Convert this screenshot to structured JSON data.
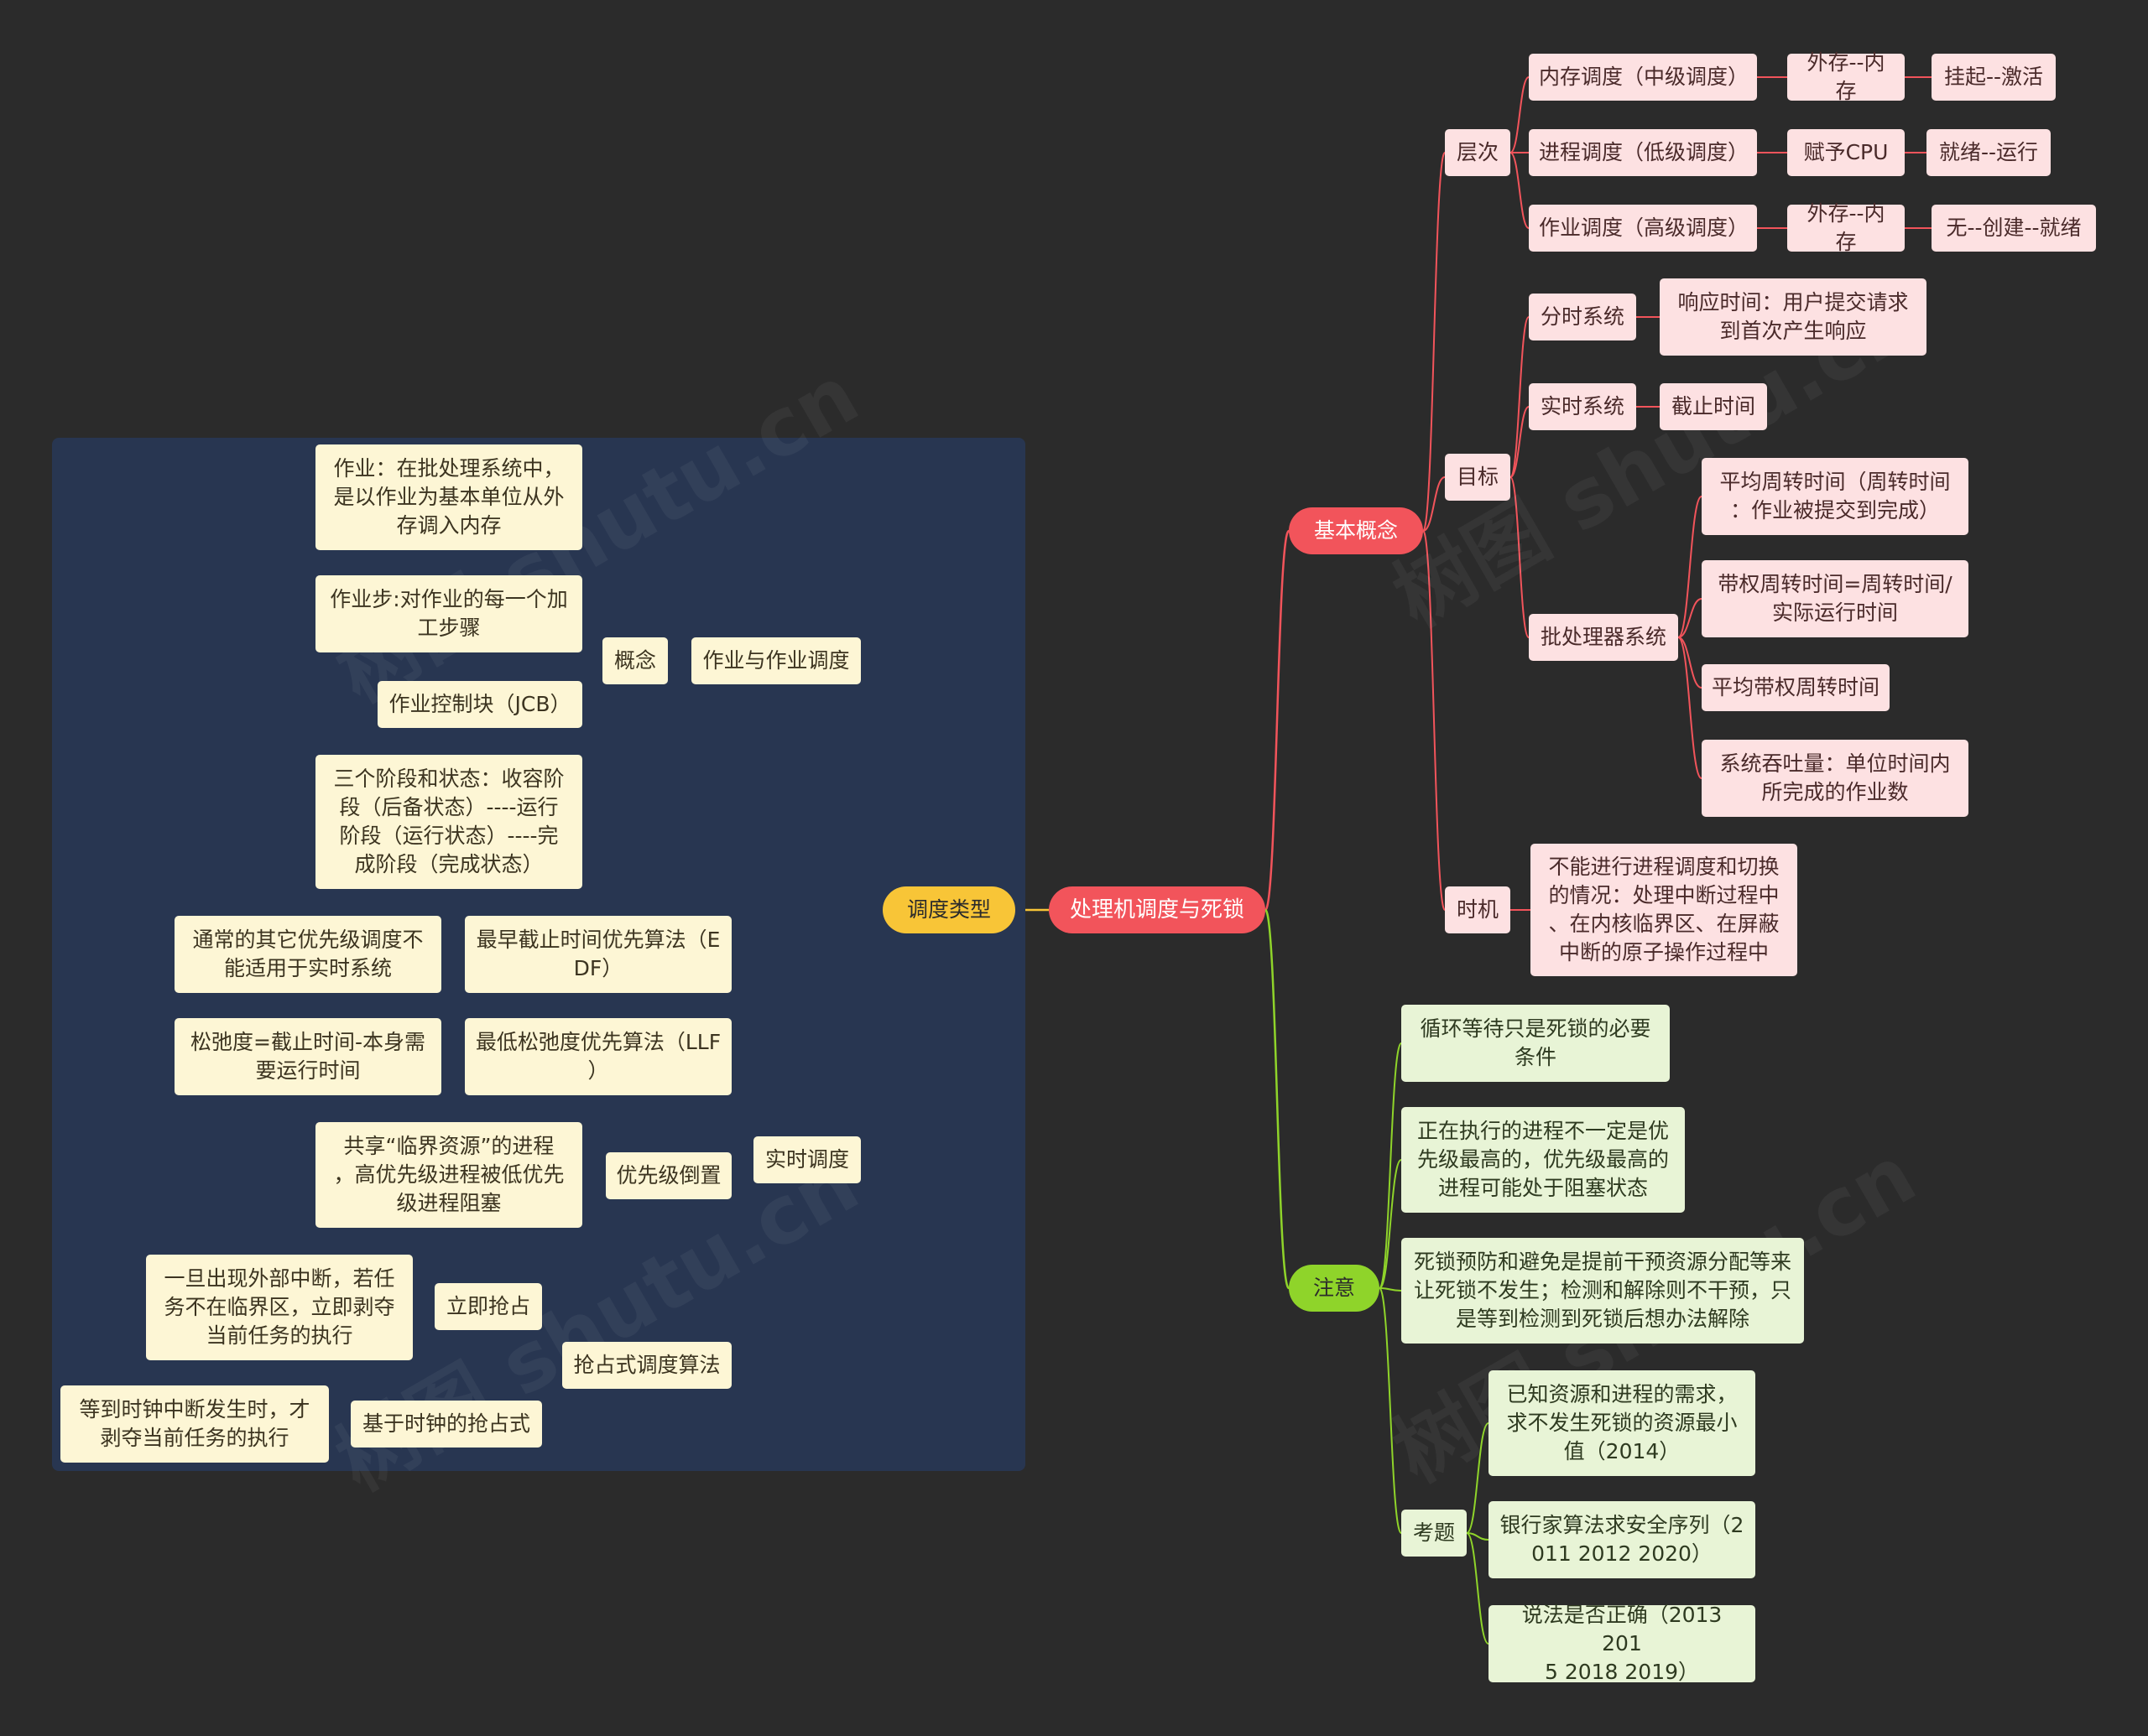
{
  "root": "处理机调度与死锁",
  "basic": {
    "label": "基本概念",
    "level": {
      "label": "层次",
      "items": [
        {
          "a": "内存调度（中级调度）",
          "b": "外存--内存",
          "c": "挂起--激活"
        },
        {
          "a": "进程调度（低级调度）",
          "b": "赋予CPU",
          "c": "就绪--运行"
        },
        {
          "a": "作业调度（高级调度）",
          "b": "外存--内存",
          "c": "无--创建--就绪"
        }
      ]
    },
    "goal": {
      "label": "目标",
      "timesharing": {
        "label": "分时系统",
        "detail": "响应时间：用户提交请求\n到首次产生响应"
      },
      "realtime": {
        "label": "实时系统",
        "detail": "截止时间"
      },
      "batch": {
        "label": "批处理器系统",
        "items": [
          "平均周转时间（周转时间\n：作业被提交到完成）",
          "带权周转时间=周转时间/\n实际运行时间",
          "平均带权周转时间",
          "系统吞吐量：单位时间内\n所完成的作业数"
        ]
      }
    },
    "timing": {
      "label": "时机",
      "detail": "不能进行进程调度和切换\n的情况：处理中断过程中\n、在内核临界区、在屏蔽\n中断的原子操作过程中"
    }
  },
  "notes": {
    "label": "注意",
    "items": [
      "循环等待只是死锁的必要\n条件",
      "正在执行的进程不一定是优\n先级最高的，优先级最高的\n进程可能处于阻塞状态",
      "死锁预防和避免是提前干预资源分配等来\n让死锁不发生；检测和解除则不干预，只\n是等到检测到死锁后想办法解除"
    ],
    "exam": {
      "label": "考题",
      "items": [
        "已知资源和进程的需求，\n求不发生死锁的资源最小\n值（2014）",
        "银行家算法求安全序列（2\n011 2012 2020）",
        "说法是否正确（2013 201\n5 2018 2019）"
      ]
    }
  },
  "types": {
    "label": "调度类型",
    "job": {
      "label": "作业与作业调度",
      "concept": "概念",
      "items": [
        "作业：在批处理系统中，\n是以作业为基本单位从外\n存调入内存",
        "作业步:对作业的每一个加\n工步骤",
        "作业控制块（JCB）",
        "三个阶段和状态：收容阶\n段（后备状态）----运行\n阶段（运行状态）----完\n成阶段（完成状态）"
      ]
    },
    "rt": {
      "label": "实时调度",
      "edf": {
        "label": "最早截止时间优先算法（E\nDF）",
        "detail": "通常的其它优先级调度不\n能适用于实时系统"
      },
      "llf": {
        "label": "最低松弛度优先算法（LLF\n）",
        "detail": "松弛度=截止时间-本身需\n要运行时间"
      },
      "inv": {
        "label": "优先级倒置",
        "detail": "共享“临界资源”的进程\n，高优先级进程被低优先\n级进程阻塞"
      },
      "pre": {
        "label": "抢占式调度算法",
        "imm": {
          "label": "立即抢占",
          "detail": "一旦出现外部中断，若任\n务不在临界区，立即剥夺\n当前任务的执行"
        },
        "clock": {
          "label": "基于时钟的抢占式",
          "detail": "等到时钟中断发生时，才\n剥夺当前任务的执行"
        }
      }
    }
  },
  "colors": {
    "red": "#f2545b",
    "green": "#8fd42a",
    "yellow": "#f8c537",
    "bg": "#2b2b2b",
    "panel": "#283651"
  }
}
